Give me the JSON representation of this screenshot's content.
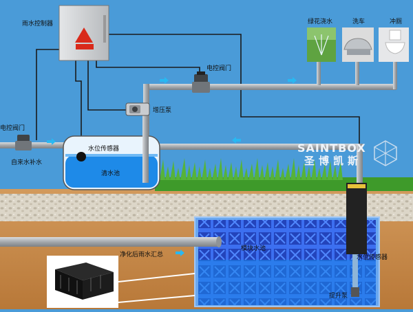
{
  "labels": {
    "controller": "雨水控制器",
    "valve_top": "电控阀门",
    "valve_left": "电控阀门",
    "booster_pump": "增压泵",
    "level_sensor_top": "水位传感器",
    "clear_pool": "清水池",
    "tap_water": "自来水补水",
    "garden": "绿花浇水",
    "car_wash": "洗车",
    "flush": "冲厕",
    "module_pool": "模块水池",
    "collected_rain": "净化后雨水汇总",
    "level_sensor_bottom": "水位传感器",
    "lift_pump": "提升泵"
  },
  "brand": {
    "en": "SAINTBOX",
    "cn": "圣博凯斯"
  },
  "colors": {
    "sky": "#4a9bd8",
    "pipe": "#a8acb0",
    "wire": "#1a1a1a",
    "grass": "#3e9a2a",
    "gravel": "#d8d2c4",
    "soil": "#c98a4a",
    "pool": "#2f7fe0",
    "water": "#1d86ea",
    "module": "#2a55d6"
  }
}
